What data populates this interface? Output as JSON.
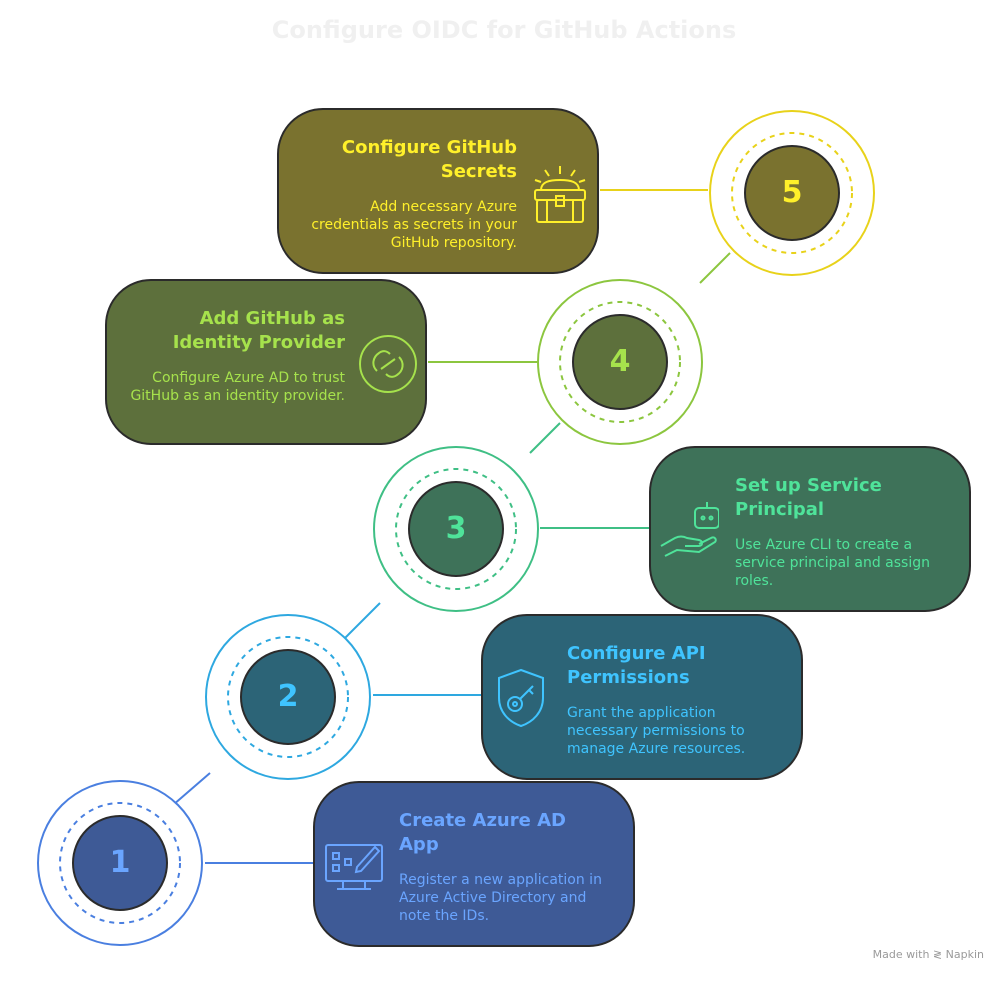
{
  "title": "Configure OIDC for GitHub Actions",
  "steps": [
    {
      "number": "1",
      "title": "Create Azure AD App",
      "description": "Register a new application in Azure Active Directory and note the IDs.",
      "icon": "app-edit-icon",
      "color": "#4a7fe0",
      "card_color": "#3e5a96",
      "text_color": "#6aa5ff"
    },
    {
      "number": "2",
      "title": "Configure API Permissions",
      "description": "Grant the application necessary permissions to manage Azure resources.",
      "icon": "shield-key-icon",
      "color": "#2ea8e0",
      "card_color": "#2c6477",
      "text_color": "#3fc4ff"
    },
    {
      "number": "3",
      "title": "Set up Service Principal",
      "description": "Use Azure CLI to create a service principal and assign roles.",
      "icon": "robot-hand-icon",
      "color": "#3fbf85",
      "card_color": "#3e7259",
      "text_color": "#4fe39a"
    },
    {
      "number": "4",
      "title": "Add GitHub as Identity Provider",
      "description": "Configure Azure AD to trust GitHub as an identity provider.",
      "icon": "link-icon",
      "color": "#8cc63f",
      "card_color": "#5d703c",
      "text_color": "#a6e24c"
    },
    {
      "number": "5",
      "title": "Configure GitHub Secrets",
      "description": "Add necessary Azure credentials as secrets in your GitHub repository.",
      "icon": "treasure-chest-icon",
      "color": "#e8d21a",
      "card_color": "#7a722f",
      "text_color": "#fff02a"
    }
  ],
  "watermark": "Made with ≷ Napkin"
}
